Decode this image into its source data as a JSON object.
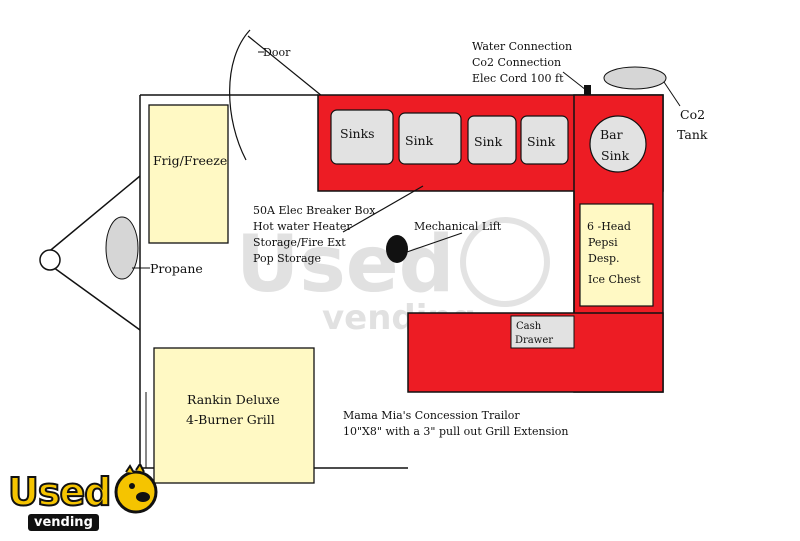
{
  "labels": {
    "door": "Door",
    "connections": [
      "Water Connection",
      "Co2 Connection",
      "Elec Cord 100 ft"
    ],
    "co2_tank": [
      "Co2",
      "Tank"
    ],
    "frig_freeze": "Frig/Freeze",
    "propane": "Propane",
    "utility_list": [
      "50A Elec Breaker Box",
      "Hot water Heater",
      "Storage/Fire Ext",
      "Pop Storage"
    ],
    "mechanical_lift": "Mechanical Lift",
    "sinks": [
      "Sinks",
      "Sink",
      "Sink",
      "Sink"
    ],
    "bar_sink": [
      "Bar",
      "Sink"
    ],
    "pepsi": [
      "6 -Head",
      "Pepsi",
      "Desp.",
      "Ice Chest"
    ],
    "cash_drawer": [
      "Cash",
      "Drawer"
    ],
    "grill": [
      "Rankin Deluxe",
      "4-Burner Grill"
    ],
    "caption": [
      "Mama Mia's Concession Trailor",
      "10\"X8\" with a 3\" pull out Grill Extension"
    ]
  },
  "watermark": {
    "used": "Used",
    "vending": "vending"
  },
  "logo": {
    "word": "Used",
    "sub": "vending"
  },
  "colors": {
    "counter": "#ed1c24",
    "appliance": "#fff9c4",
    "sink": "#e2e2e2",
    "outline": "#111111"
  }
}
